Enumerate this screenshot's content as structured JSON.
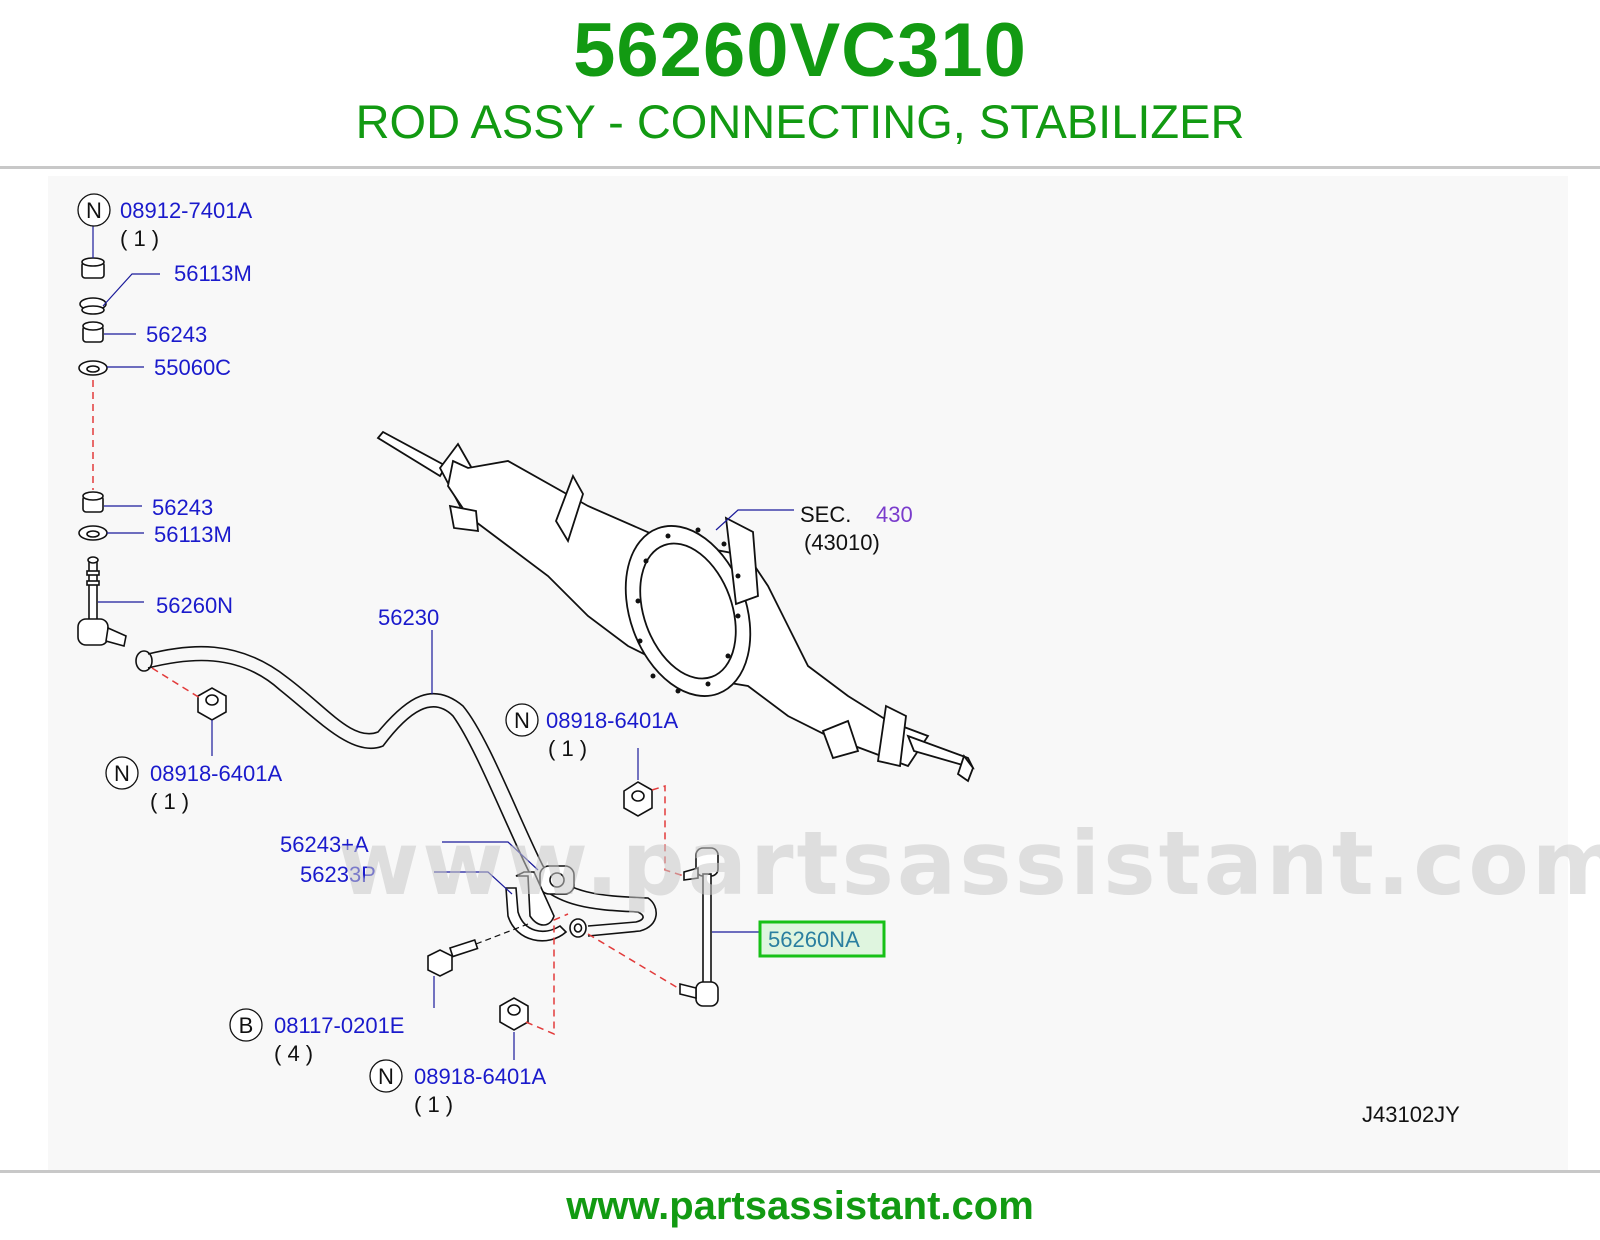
{
  "header": {
    "part_number": "56260VC310",
    "part_name": "ROD ASSY - CONNECTING, STABILIZER"
  },
  "colors": {
    "brand_green": "#129a12",
    "part_blue": "#1a1acc",
    "section_purple": "#7a3ccc",
    "highlight_green": "#17c117",
    "highlight_fill": "#dff5df",
    "highlight_text": "#2a7fa0"
  },
  "diagram": {
    "labels": {
      "n1_circle": "N",
      "n1_part": "08912-7401A",
      "n1_qty": "( 1 )",
      "p56113m_top": "56113M",
      "p56243_top": "56243",
      "p55060c": "55060C",
      "p56243_bottom": "56243",
      "p56113m_bottom": "56113M",
      "p56260n": "56260N",
      "p56230": "56230",
      "sec_prefix": "SEC.",
      "sec_number": "430",
      "sec_sub": "(43010)",
      "n2_circle": "N",
      "n2_part": "08918-6401A",
      "n2_qty": "( 1 )",
      "n3_circle": "N",
      "n3_part": "08918-6401A",
      "n3_qty": "( 1 )",
      "p56243a": "56243+A",
      "p56233p": "56233P",
      "p56260na": "56260NA",
      "b_circle": "B",
      "b_part": "08117-0201E",
      "b_qty": "( 4 )",
      "n4_circle": "N",
      "n4_part": "08918-6401A",
      "n4_qty": "( 1 )",
      "ref_code": "J43102JY"
    },
    "watermark": "www.partsassistant.com"
  },
  "footer": {
    "url": "www.partsassistant.com"
  }
}
